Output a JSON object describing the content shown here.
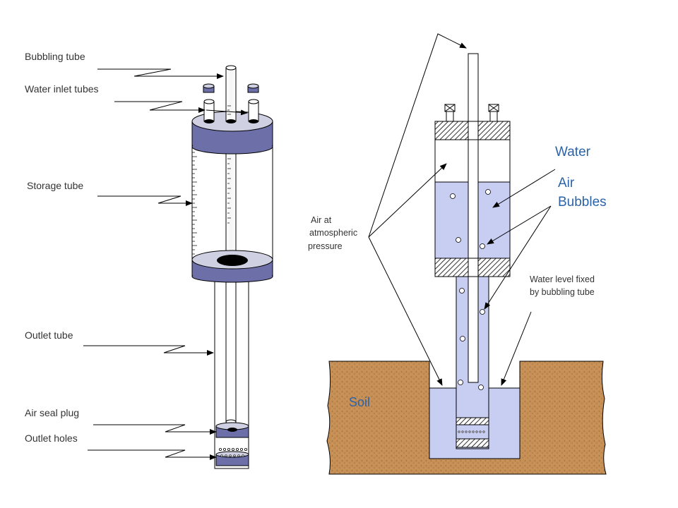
{
  "left_labels": {
    "bubbling_tube": "Bubbling tube",
    "water_inlet_tubes": "Water inlet tubes",
    "storage_tube": "Storage tube",
    "outlet_tube": "Outlet tube",
    "air_seal_plug": "Air seal plug",
    "outlet_holes": "Outlet holes"
  },
  "right_labels": {
    "water": "Water",
    "air_bubbles_line1": "Air",
    "air_bubbles_line2": "Bubbles",
    "air_atm_line1": "Air at",
    "air_atm_line2": "atmospheric",
    "air_atm_line3": "pressure",
    "water_level_line1": "Water level fixed",
    "water_level_line2": "by bubbling tube",
    "soil": "Soil"
  },
  "colors": {
    "water": "#c8cdf2",
    "cap": "#6c6fa8",
    "cap_top": "#cfd0e2",
    "soil": "#c58f55",
    "label_blue": "#2b63a8"
  }
}
